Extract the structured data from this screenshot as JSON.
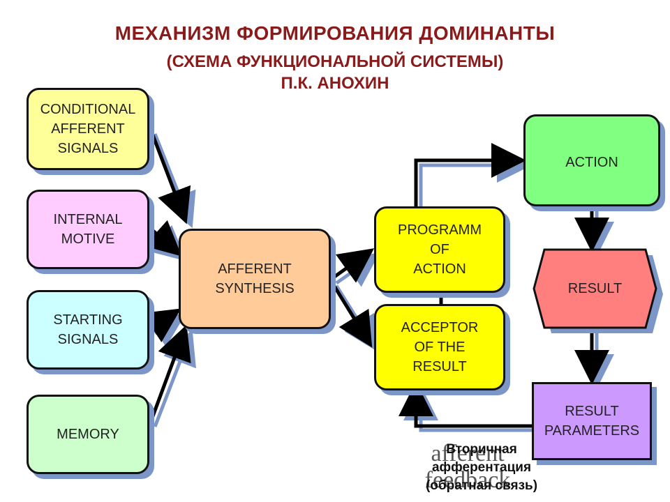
{
  "title": {
    "line1": "МЕХАНИЗМ ФОРМИРОВАНИЯ ДОМИНАНТЫ",
    "line2": "(СХЕМА ФУНКЦИОНАЛЬНОЙ СИСТЕМЫ)",
    "line3": "П.К. АНОХИН"
  },
  "boxes": {
    "conditional": "CONDITIONAL\nAFFERENT\nSIGNALS",
    "motive": "INTERNAL\nMOTIVE",
    "starting": "STARTING\nSIGNALS",
    "memory": "MEMORY",
    "synthesis": "AFFERENT\nSYNTHESIS",
    "program": "PROGRAMM\nOF\nACTION",
    "acceptor": "ACCEPTOR\nOF THE\nRESULT",
    "action": "ACTION",
    "result": "RESULT",
    "parameters": "RESULT\nPARAMETERS"
  },
  "colors": {
    "conditional": "#ffff99",
    "motive": "#ffccff",
    "starting": "#ccffff",
    "memory": "#ccffcc",
    "synthesis": "#ffcc99",
    "program": "#ffff00",
    "acceptor": "#ffff00",
    "action": "#80ff80",
    "result": "#ff7f7f",
    "parameters": "#cc99ff",
    "shadow": "#7d96c8",
    "title": "#8b1a1a"
  },
  "caption": {
    "ru_line1": "Вторичная",
    "ru_line2": "афферентация",
    "ru_line3": "(обратная связь)",
    "en_line1": "afferent",
    "en_line2": "feedback"
  }
}
